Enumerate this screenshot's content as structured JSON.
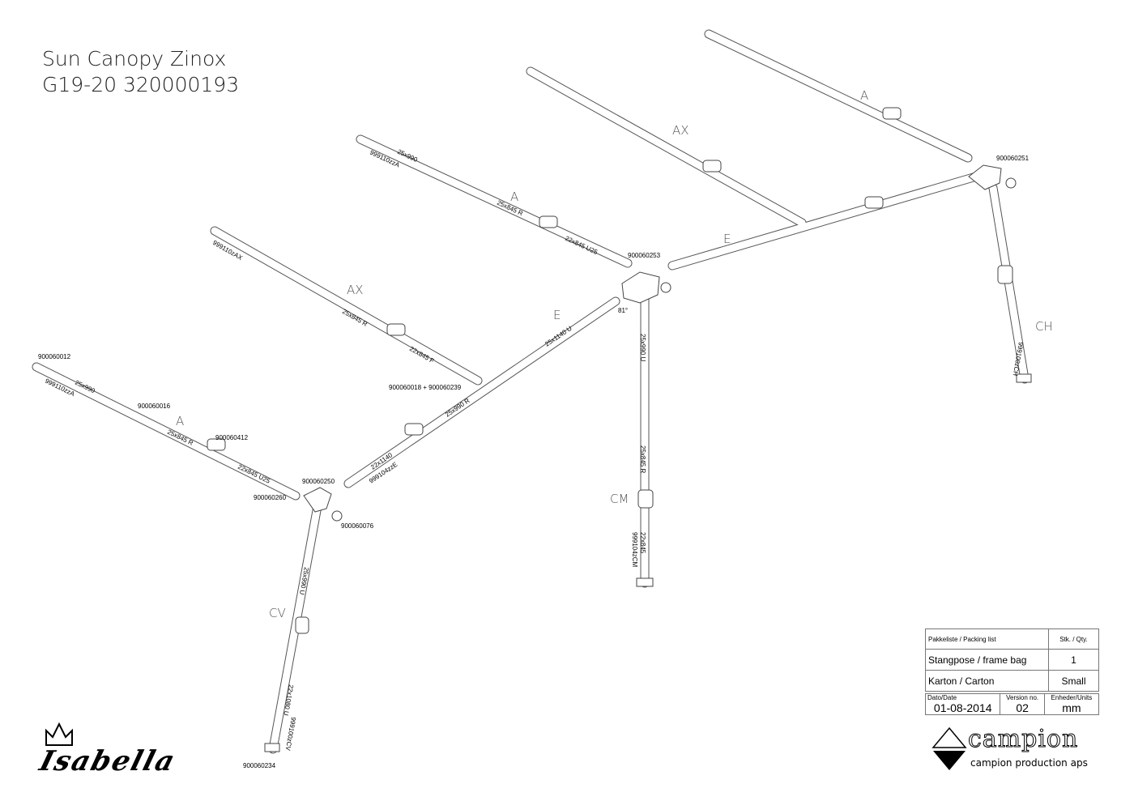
{
  "title": {
    "line1": "Sun Canopy Zinox",
    "line2": "G19-20 320000193"
  },
  "sections": {
    "a1": "A",
    "ax1": "AX",
    "a2": "A",
    "ax2": "AX",
    "a3": "A",
    "e1": "E",
    "e2": "E",
    "cv": "CV",
    "cm": "CM",
    "ch": "CH"
  },
  "parts": {
    "p900060012": "900060012",
    "p999110zzA_1": "999110zzA",
    "p25x990_1": "25x990",
    "p900060016": "900060016",
    "p25x845R_1": "25x845 R",
    "p900060412": "900060412",
    "p22x845U25_1": "22x845 U25",
    "p900060260": "900060260",
    "p900060250": "900060250",
    "p900060076": "900060076",
    "p999110zAX": "999110zAX",
    "p25x845R_2": "25x845 R",
    "p22x845F": "22x845 F",
    "p900060018_239": "900060018 + 900060239",
    "p999110zzA_2": "999110zzA",
    "p25x990_2": "25x990",
    "p25x845R_3": "25x845 R",
    "p22x845U25_2": "22x845 U25",
    "p900060253": "900060253",
    "angle": "81°",
    "p25x1140U": "25x1140 U",
    "p25x990R": "25x990 R",
    "p22x1140": "22x1140",
    "p999104zzE": "999104zzE",
    "p900060251": "900060251",
    "p999100zCH": "999100zCH",
    "p25x990U_cm": "25x990 U",
    "p25x845R_cm": "25x845 R",
    "p22x845_cm": "22x845",
    "p999104zCM": "999104zCM",
    "p25x990U_cv": "25x990 U",
    "p22x1080U": "22x1080 U",
    "p999100zCV": "999100zCV",
    "p900060234": "900060234"
  },
  "packing_list": {
    "header": "Pakkeliste / Packing list",
    "qty_header": "Stk. / Qty.",
    "rows": [
      {
        "item": "Stangpose / frame bag",
        "qty": "1"
      },
      {
        "item": "Karton / Carton",
        "qty": "Small"
      }
    ]
  },
  "footer": {
    "date_label": "Dato/Date",
    "date": "01-08-2014",
    "version_label": "Version no.",
    "version": "02",
    "units_label": "Enheder/Units",
    "units": "mm"
  },
  "logos": {
    "isabella": "Isabella",
    "campion": "campion",
    "campion_sub": "campion production aps"
  }
}
